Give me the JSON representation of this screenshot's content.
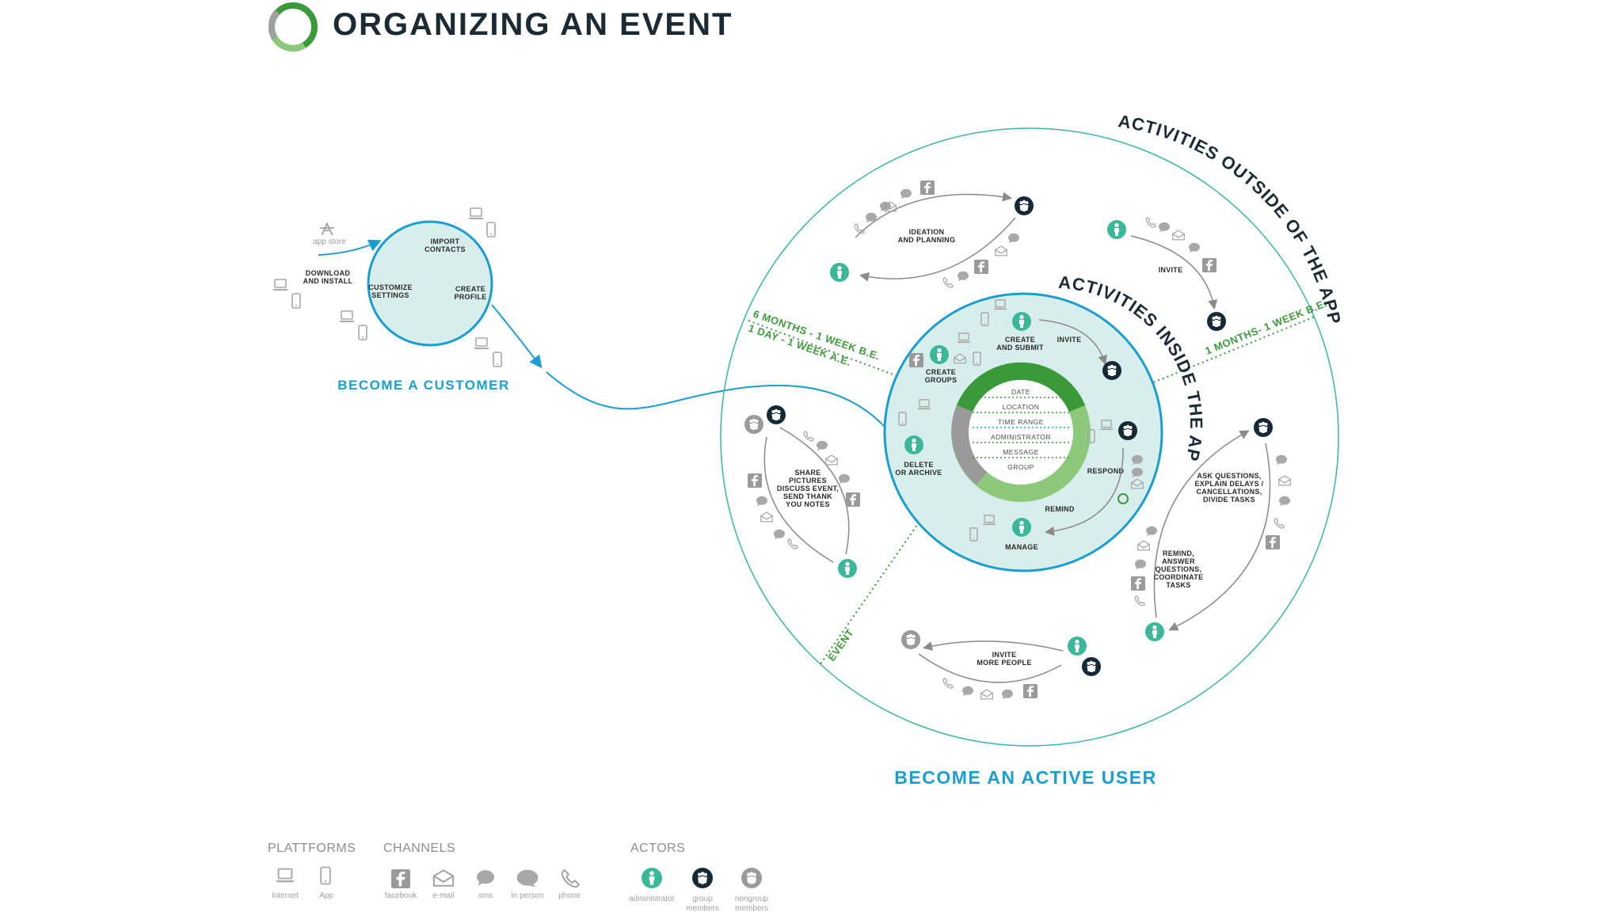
{
  "title": "ORGANIZING AN EVENT",
  "colors": {
    "green_dark": "#3a9a3a",
    "green_light": "#8cc97a",
    "gray": "#9a9a9a",
    "blue": "#1a9ed0",
    "teal": "#3bb89a",
    "navy": "#152a36",
    "circle_fill": "#d8eeec"
  },
  "customer": {
    "app_store": "app store",
    "download": [
      "DOWNLOAD",
      "AND INSTALL"
    ],
    "import": [
      "IMPORT",
      "CONTACTS"
    ],
    "customize": [
      "CUSTOMIZE",
      "SETTINGS"
    ],
    "create_profile": [
      "CREATE",
      "PROFILE"
    ],
    "label": "BECOME A CUSTOMER"
  },
  "outer": {
    "curved_title": "ACTIVITIES OUTSIDE OF THE APP",
    "ideation": [
      "IDEATION",
      "AND PLANNING"
    ],
    "invite": "INVITE",
    "share": [
      "SHARE",
      "PICTURES",
      "DISCUSS EVENT,",
      "SEND THANK",
      "YOU NOTES"
    ],
    "ask": [
      "ASK QUESTIONS,",
      "EXPLAIN DELAYS /",
      "CANCELLATIONS,",
      "DIVIDE TASKS"
    ],
    "remind": [
      "REMIND,",
      "ANSWER",
      "QUESTIONS,",
      "COORDINATE",
      "TASKS"
    ],
    "invite_more": [
      "INVITE",
      "MORE PEOPLE"
    ],
    "label": "BECOME AN ACTIVE  USER"
  },
  "timeline": {
    "six_months": "6 MONTHS - 1 WEEK B.E.",
    "one_day": "1 DAY - 1 WEEK A.E.",
    "one_month": "1 MONTHS- 1 WEEK B.E.",
    "event": "EVENT"
  },
  "inner": {
    "curved_title": "ACTIVITIES INSIDE THE APP",
    "create_submit": [
      "CREATE",
      "AND SUBMIT"
    ],
    "invite": "INVITE",
    "create_groups": [
      "CREATE",
      "GROUPS"
    ],
    "delete": [
      "DELETE",
      "OR ARCHIVE"
    ],
    "respond": "RESPOND",
    "remind": "REMIND",
    "manage": "MANAGE"
  },
  "ring": [
    "DATE",
    "LOCATION",
    "TIME RANGE",
    "ADMINISTRATOR",
    "MESSAGE",
    "GROUP"
  ],
  "legend": {
    "platforms": {
      "heading": "PLATTFORMS",
      "items": [
        "Internet",
        "App"
      ]
    },
    "channels": {
      "heading": "CHANNELS",
      "items": [
        "facebook",
        "e-mail",
        "sms",
        "in person",
        "phone"
      ]
    },
    "actors": {
      "heading": "ACTORS",
      "items": [
        [
          "administrator"
        ],
        [
          "group",
          "members"
        ],
        [
          "nongroup",
          "members"
        ]
      ]
    }
  }
}
